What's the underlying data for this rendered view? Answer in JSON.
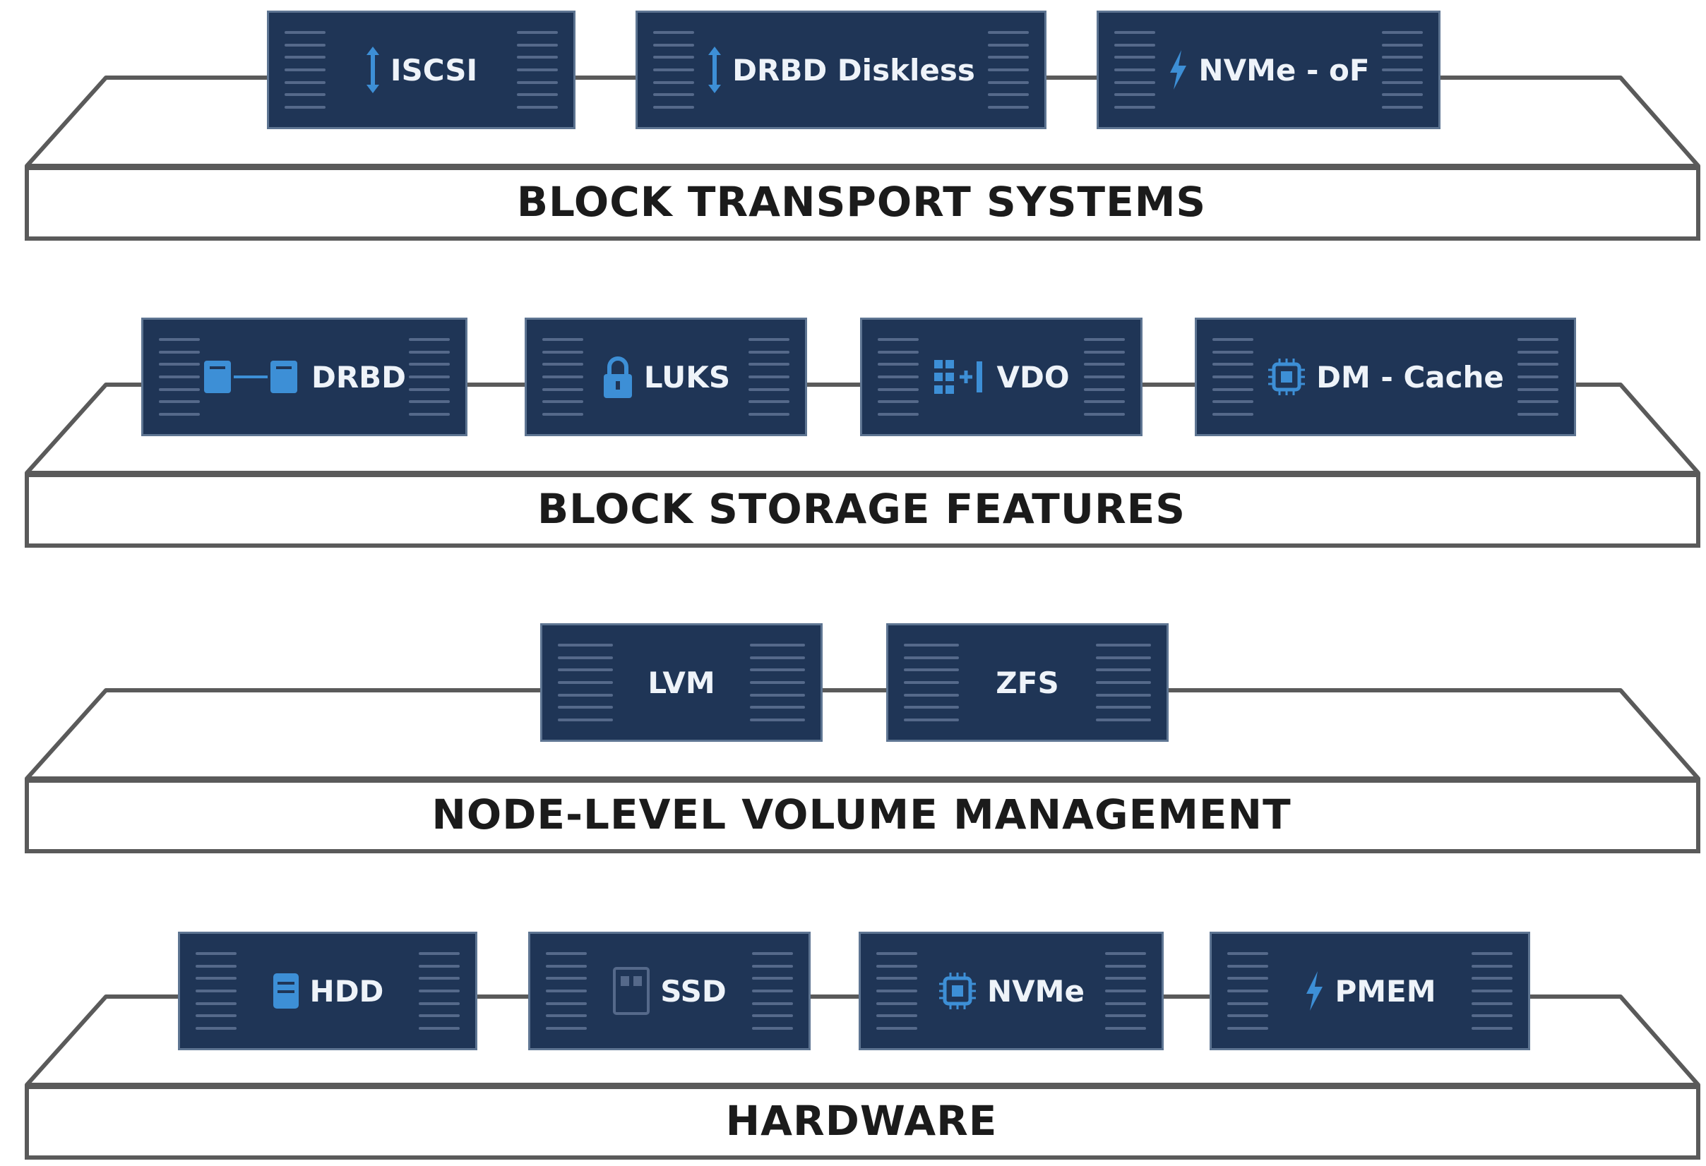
{
  "layers": [
    {
      "label": "BLOCK TRANSPORT SYSTEMS",
      "modules": [
        {
          "label": "ISCSI",
          "icon": "vertical-arrows-icon"
        },
        {
          "label": "DRBD Diskless",
          "icon": "vertical-arrows-icon"
        },
        {
          "label": "NVMe - oF",
          "icon": "lightning-icon"
        }
      ]
    },
    {
      "label": "BLOCK STORAGE FEATURES",
      "modules": [
        {
          "label": "DRBD",
          "icon": "replication-icon"
        },
        {
          "label": "LUKS",
          "icon": "lock-icon"
        },
        {
          "label": "VDO",
          "icon": "dedupe-grid-icon"
        },
        {
          "label": "DM - Cache",
          "icon": "chip-icon"
        }
      ]
    },
    {
      "label": "NODE-LEVEL VOLUME MANAGEMENT",
      "modules": [
        {
          "label": "LVM",
          "icon": ""
        },
        {
          "label": "ZFS",
          "icon": ""
        }
      ]
    },
    {
      "label": "HARDWARE",
      "modules": [
        {
          "label": "HDD",
          "icon": "disk-icon"
        },
        {
          "label": "SSD",
          "icon": "ssd-icon"
        },
        {
          "label": "NVMe",
          "icon": "chip-icon"
        },
        {
          "label": "PMEM",
          "icon": "lightning-icon"
        }
      ]
    }
  ],
  "colors": {
    "module_bg": "#1f3556",
    "module_text": "#eef3f9",
    "icon_accent": "#3d8fd6",
    "tray_outline": "#5a5a5a",
    "label_text": "#1b1b1b"
  }
}
